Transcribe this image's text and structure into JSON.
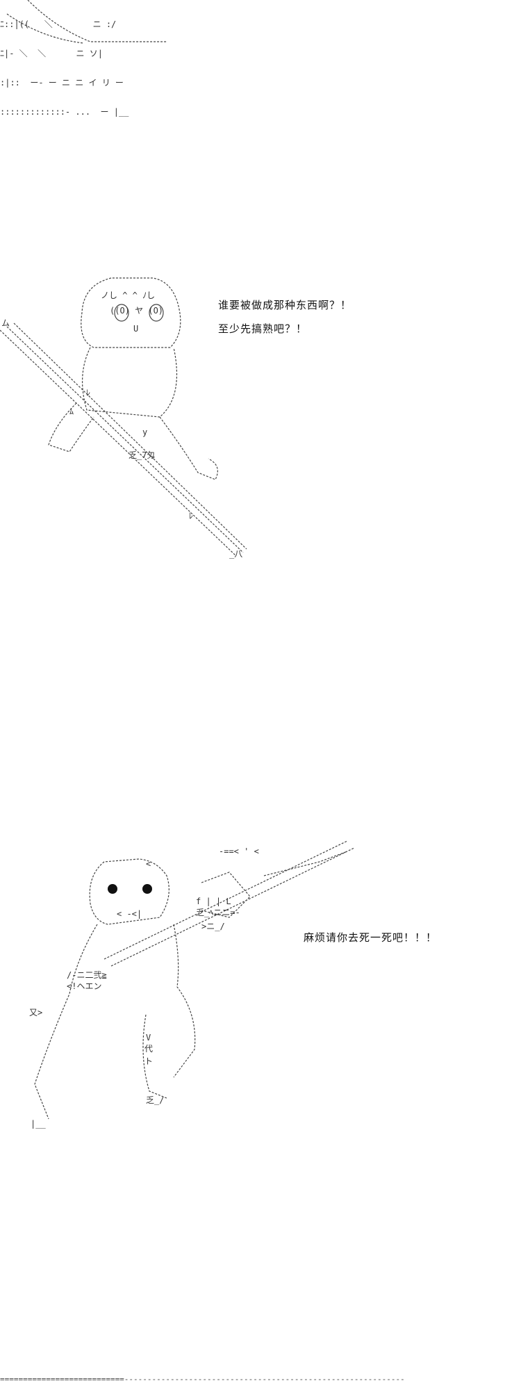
{
  "top_fragment": {
    "lines": [
      "ﾆ::|((   ＼        ニ :/",
      "ﾆ|- ＼  ＼      ニ ソ|",
      ":|::  ー- ー ニ ニ イ リ ー",
      ":::::::::::::- ...  ー |__"
    ]
  },
  "panel1": {
    "dialog": [
      "谁要被做成那种东西啊？！",
      "至少先搞熟吧？！"
    ],
    "art_labels": [
      "ノし ^ ^ ﾉし",
      "((O) ヤ (O)",
      "U",
      "ム",
      "ﾚ",
      "y",
      "ﾑ",
      "乏_7匁",
      "ﾚ",
      "_八"
    ]
  },
  "panel2": {
    "dialog": [
      "麻烦请你去死一死吧！！！"
    ],
    "art_labels": [
      "-==< ' <",
      "<",
      "f | | L",
      "乏_ﾍニニ=-",
      ">ニ_/",
      "< -<|",
      "/-ニ二弐≧",
      "<!ヘエン",
      "又>",
      "V",
      "代",
      "ト",
      "乏_/",
      "|__"
    ]
  },
  "footer": {
    "rule": "===========================-------------------------------------------------------------"
  }
}
